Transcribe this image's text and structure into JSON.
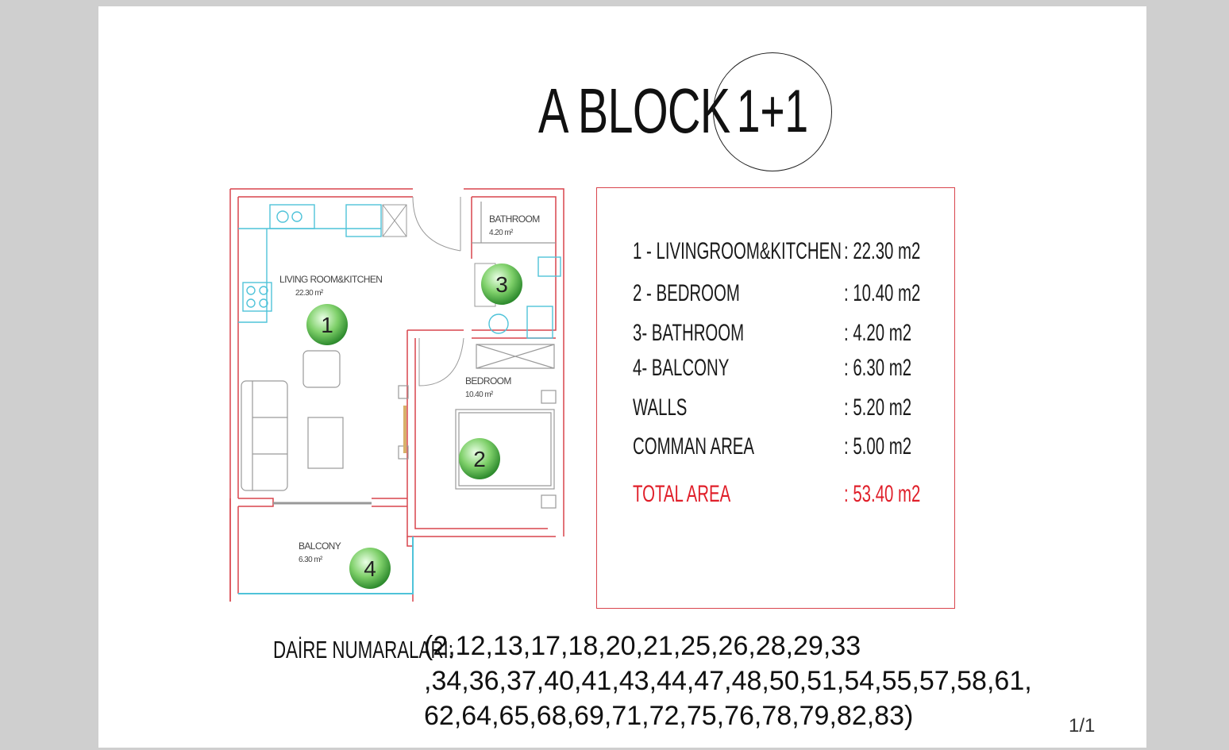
{
  "header": {
    "title": "A BLOCK",
    "unit_type": "1+1"
  },
  "plan": {
    "rooms": [
      {
        "name": "LIVING ROOM&KITCHEN",
        "area": "22.30 m²",
        "number": "1"
      },
      {
        "name": "BATHROOM",
        "area": "4.20 m²",
        "number": "3"
      },
      {
        "name": "BEDROOM",
        "area": "10.40 m²",
        "number": "2"
      },
      {
        "name": "BALCONY",
        "area": "6.30 m²",
        "number": "4"
      }
    ]
  },
  "areas": [
    {
      "label": "1 - LIVINGROOM&KITCHEN",
      "value": ": 22.30 m2"
    },
    {
      "label": "2 - BEDROOM",
      "value": ": 10.40 m2"
    },
    {
      "label": "3- BATHROOM",
      "value": ":  4.20 m2"
    },
    {
      "label": "4- BALCONY",
      "value": ": 6.30 m2"
    },
    {
      "label": "WALLS",
      "value": ":   5.20 m2"
    },
    {
      "label": "COMMAN AREA",
      "value": ": 5.00 m2"
    }
  ],
  "total": {
    "label": "TOTAL AREA",
    "value": ": 53.40 m2"
  },
  "units": {
    "label": "DAİRE NUMARALARI:",
    "lines": [
      "(2,12,13,17,18,20,21,25,26,28,29,33",
      ",34,36,37,40,41,43,44,47,48,50,51,54,55,57,58,61,",
      "62,64,65,68,69,71,72,75,76,78,79,82,83)"
    ]
  },
  "colors": {
    "wall_red": "#d9454d",
    "glass_cyan": "#4fc3d9",
    "badge_green": "#5cb85c",
    "total_red": "#e01f2a"
  },
  "page_number": "1/1"
}
